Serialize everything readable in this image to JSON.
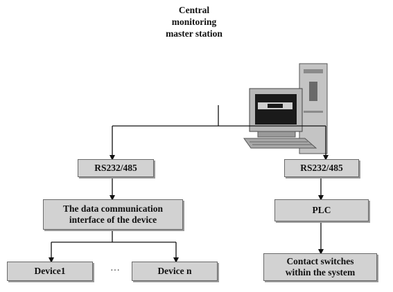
{
  "title": {
    "lines": [
      "Central",
      "monitoring",
      "master station"
    ]
  },
  "nodes": {
    "rs_left": {
      "label": "RS232/485"
    },
    "rs_right": {
      "label": "RS232/485"
    },
    "interface": {
      "lines": [
        "The data communication",
        "interface of the device"
      ]
    },
    "plc": {
      "label": "PLC"
    },
    "device1": {
      "label": "Device1"
    },
    "ellipsis": {
      "label": "···"
    },
    "device_n": {
      "label": "Device n"
    },
    "contact": {
      "lines": [
        "Contact switches",
        "within the system"
      ]
    }
  },
  "icons": {
    "master": "desktop-computer-icon"
  },
  "colors": {
    "box_fill": "#d2d2d2",
    "box_border": "#6a6a6a",
    "line": "#111111"
  }
}
